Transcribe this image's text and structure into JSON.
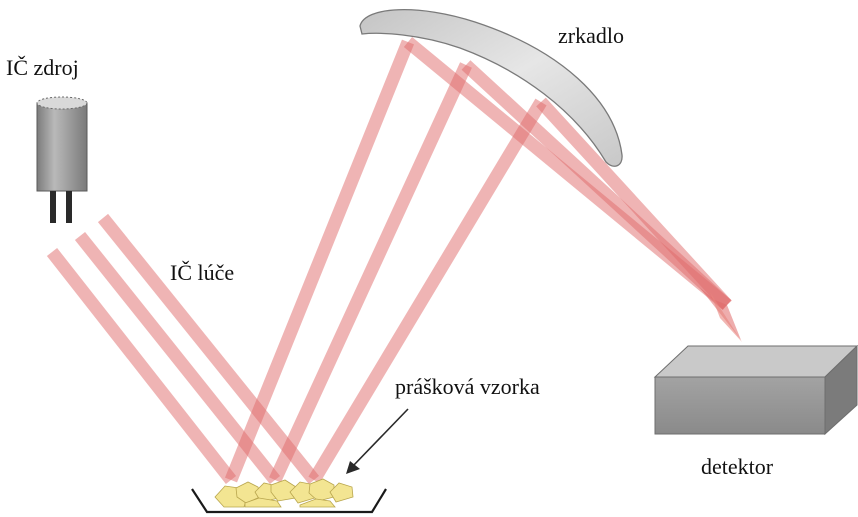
{
  "labels": {
    "source": "IČ zdroj",
    "beams": "IČ lúče",
    "mirror": "zrkadlo",
    "sample": "prášková vzorka",
    "detector": "detektor"
  },
  "colors": {
    "beam": "#e06a6a",
    "mirror": "#d7d7d7",
    "source_body": "#8f8f8f",
    "detector": "#9a9a9a",
    "powder": "#f3e592",
    "ink": "#111111"
  }
}
